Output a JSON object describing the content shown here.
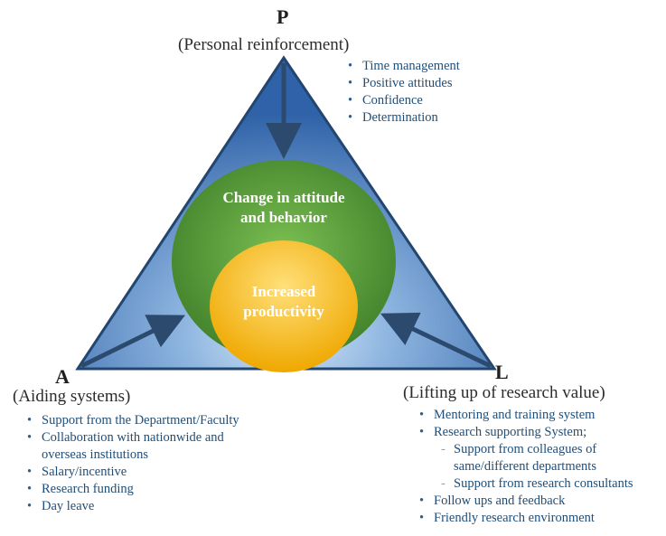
{
  "vertices": {
    "p": {
      "letter": "P",
      "caption": "(Personal reinforcement)"
    },
    "a": {
      "letter": "A",
      "caption": "(Aiding systems)"
    },
    "l": {
      "letter": "L",
      "caption": "(Lifting up of research value)"
    }
  },
  "outer_circle": {
    "line1": "Change in attitude",
    "line2": "and behavior"
  },
  "inner_circle": {
    "line1": "Increased",
    "line2": "productivity"
  },
  "p_items": [
    "Time management",
    "Positive attitudes",
    "Confidence",
    "Determination"
  ],
  "a_items": [
    "Support from the Department/Faculty",
    "Collaboration with nationwide and",
    "overseas institutions",
    "Salary/incentive",
    "Research funding",
    "Day leave"
  ],
  "l_items": [
    "Mentoring and training system",
    "Research supporting System;",
    "Support from colleagues of",
    "same/different departments",
    "Support from research consultants",
    "Follow ups and feedback",
    "Friendly research environment"
  ],
  "colors": {
    "triangle_light": "#bcd6ef",
    "triangle_dark": "#3a6eb0",
    "outer_circle": "#5a9a3a",
    "inner_circle": "#f3b914",
    "arrow": "#2c4a6e",
    "bullet_text": "#1f4e79"
  }
}
